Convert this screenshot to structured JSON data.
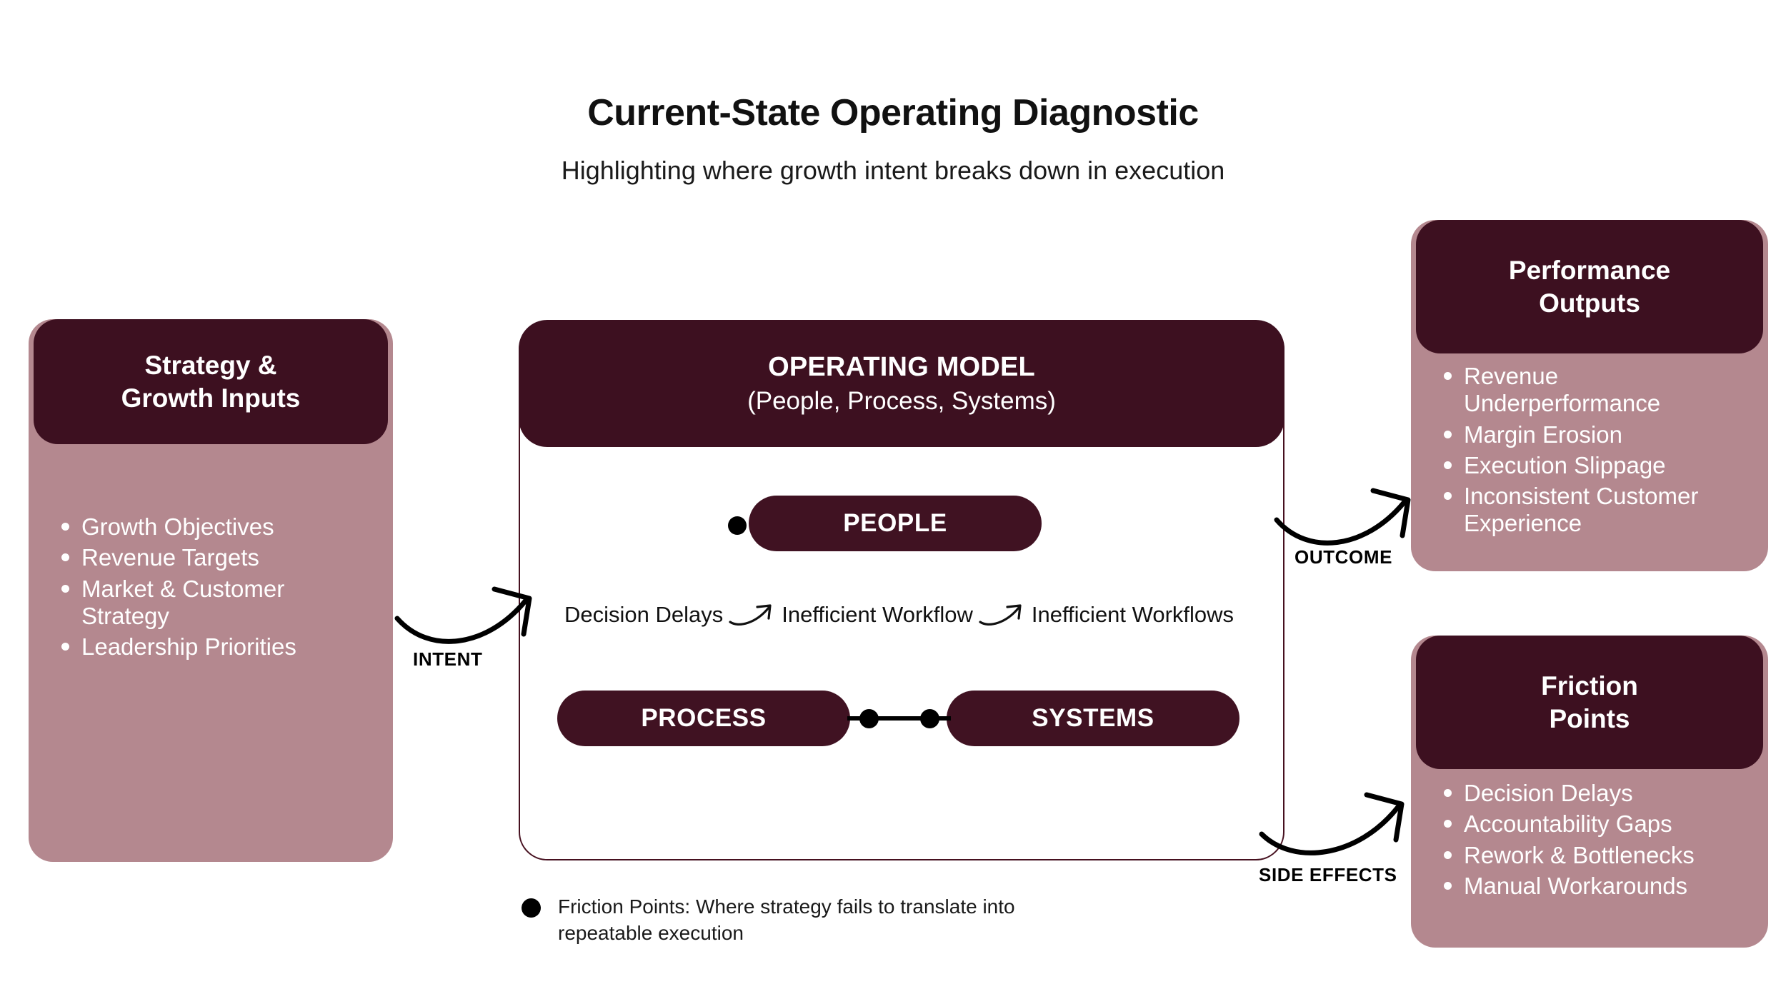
{
  "page": {
    "title": "Current-State Operating Diagnostic",
    "subtitle": "Highlighting where growth intent breaks down in execution",
    "background_color": "#ffffff"
  },
  "colors": {
    "header_dark": "#3d1020",
    "card_body_mauve": "#b4888f",
    "pill": "#401222",
    "text_dark": "#111111",
    "text_on_dark": "#ffffff",
    "connector_black": "#000000"
  },
  "left_card": {
    "title_line1": "Strategy &",
    "title_line2": "Growth Inputs",
    "items": [
      "Growth Objectives",
      "Revenue Targets",
      "Market & Customer Strategy",
      "Leadership Priorities"
    ]
  },
  "center_panel": {
    "title": "OPERATING MODEL",
    "subtitle": "(People, Process, Systems)",
    "pills": [
      {
        "label": "PEOPLE"
      },
      {
        "label": "PROCESS"
      },
      {
        "label": "SYSTEMS"
      }
    ],
    "friction_flow": [
      "Decision Delays",
      "Inefficient Workflow",
      "Inefficient Workflows"
    ]
  },
  "performance_card": {
    "title_line1": "Performance",
    "title_line2": "Outputs",
    "items": [
      "Revenue Underperformance",
      "Margin Erosion",
      "Execution Slippage",
      "Inconsistent Customer Experience"
    ]
  },
  "friction_card": {
    "title_line1": "Friction",
    "title_line2": "Points",
    "items": [
      "Decision Delays",
      "Accountability Gaps",
      "Rework & Bottlenecks",
      "Manual Workarounds"
    ]
  },
  "connectors": {
    "intent": "INTENT",
    "outcome": "OUTCOME",
    "side_effects": "SIDE EFFECTS"
  },
  "footnote": {
    "text": "Friction Points: Where strategy fails to translate into repeatable execution"
  }
}
